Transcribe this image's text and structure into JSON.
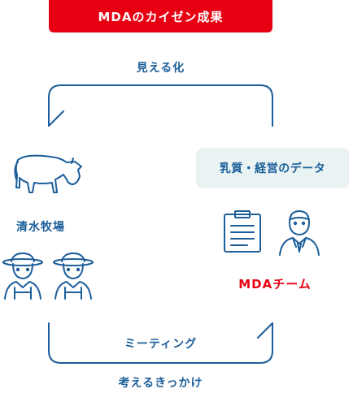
{
  "title": "MDAのカイゼン成果",
  "cycle": {
    "top_label": "見える化",
    "meeting_label": "ミーティング",
    "bottom_label": "考えるきっかけ"
  },
  "farm": {
    "label": "清水牧場"
  },
  "data_box": {
    "label": "乳質・経営のデータ"
  },
  "team": {
    "label": "MDAチーム"
  },
  "colors": {
    "accent": "#e60012",
    "primary": "#1b5e99",
    "box_bg": "#eaf3f3"
  }
}
